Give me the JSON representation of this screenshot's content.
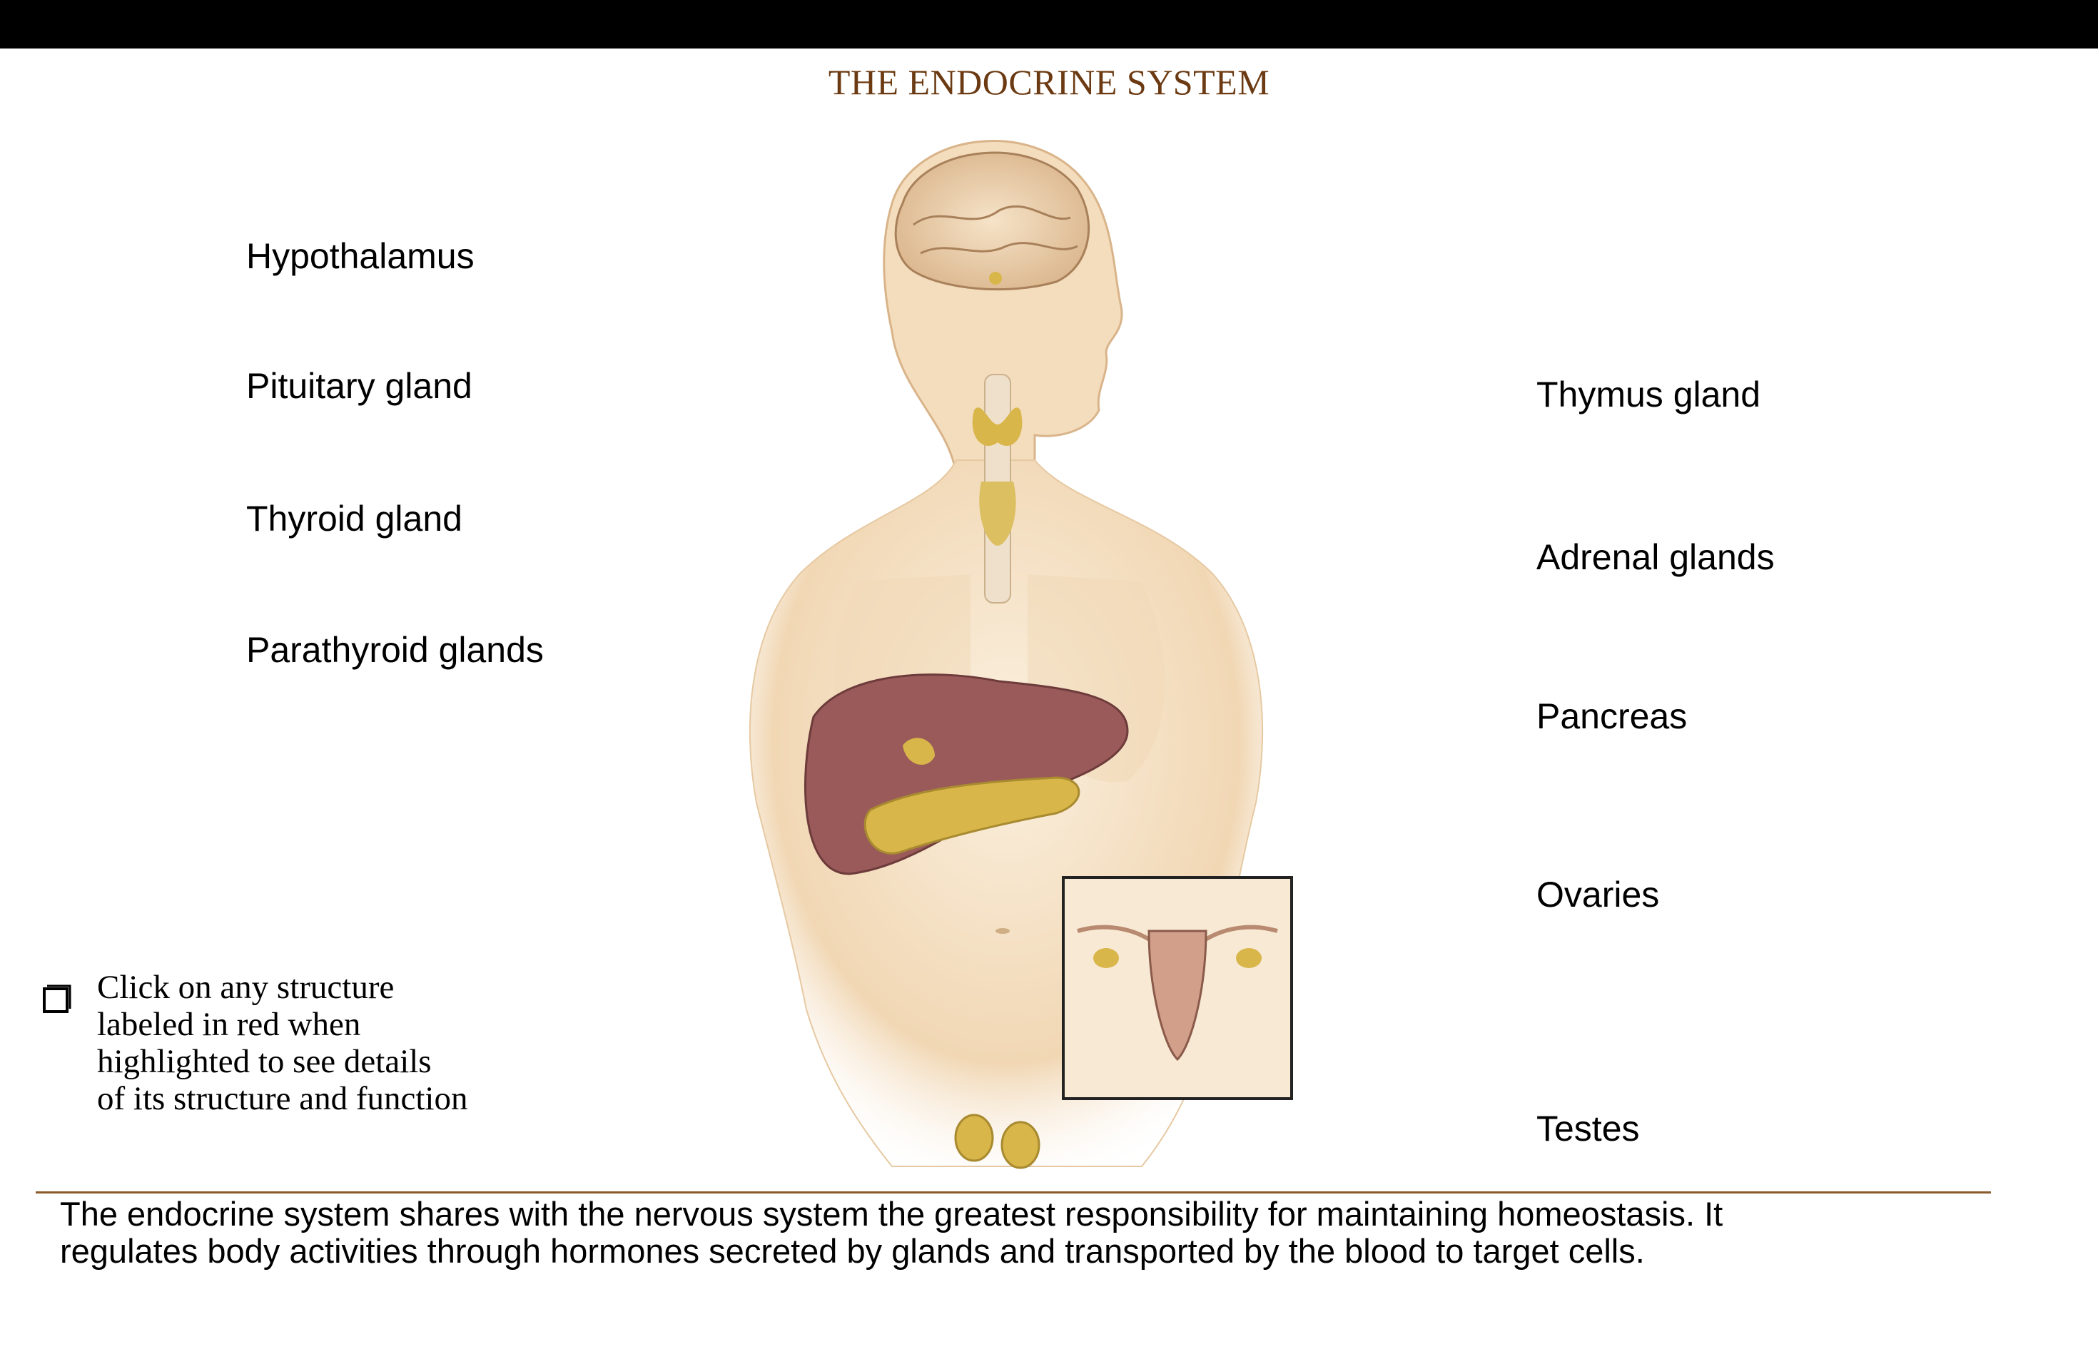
{
  "title": "THE ENDOCRINE SYSTEM",
  "labels_left": [
    "Hypothalamus",
    "Pituitary gland",
    "Thyroid gland",
    "Parathyroid glands"
  ],
  "labels_right": [
    "Thymus gland",
    "Adrenal glands",
    "Pancreas",
    "Ovaries",
    "Testes"
  ],
  "hint": {
    "lines": [
      "Click on any structure",
      "labeled in red when",
      "highlighted to see details",
      "of its structure and function"
    ]
  },
  "description": {
    "lines": [
      "The endocrine system shares with the nervous system the greatest responsibility for maintaining homeostasis. It",
      "regulates body activities through hormones secreted by glands and transported by the blood to target cells."
    ]
  },
  "colors": {
    "title": "#6b3a12",
    "skin": "#f1d7b4",
    "skin_shadow": "#d9b48a",
    "liver": "#9a5a5a",
    "gland": "#d8b64a",
    "divider": "#8a5a2b",
    "topbar": "#000000"
  }
}
